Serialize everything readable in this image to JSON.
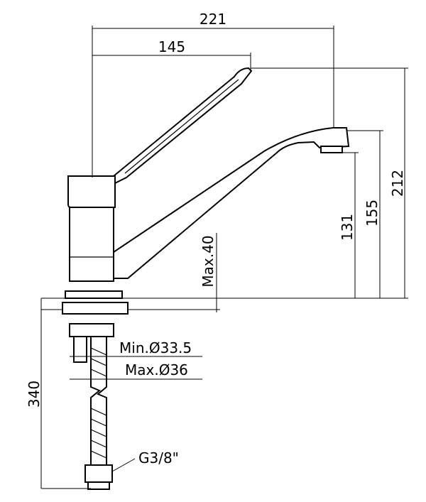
{
  "drawing": {
    "dimensions": {
      "width_total": "221",
      "width_lever": "145",
      "height_total": "212",
      "height_spout": "155",
      "height_outlet": "131",
      "max_deck": "Max.40",
      "hole_min": "Min.Ø33.5",
      "hole_max": "Max.Ø36",
      "hose_length": "340",
      "connection": "G3/8\""
    },
    "colors": {
      "line": "#000000",
      "background": "#ffffff"
    }
  }
}
